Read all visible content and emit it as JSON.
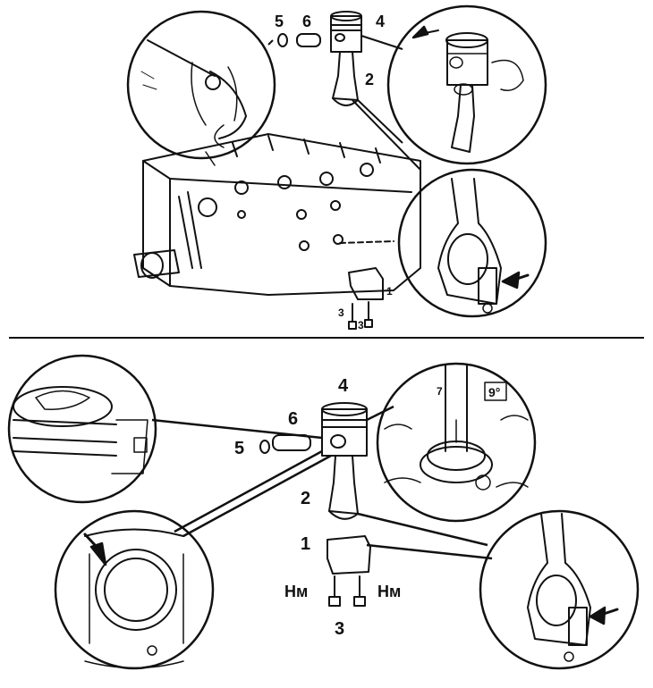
{
  "top_panel": {
    "callouts": [
      "5",
      "6",
      "4",
      "2",
      "1",
      "3",
      "3"
    ]
  },
  "bottom_panel": {
    "callouts": [
      "4",
      "6",
      "5",
      "2",
      "1",
      "3",
      "7"
    ],
    "torque_left": "Нм",
    "torque_right": "Нм",
    "angle_badge": "9°"
  },
  "colors": {
    "ink": "#111111",
    "paper": "#ffffff"
  }
}
